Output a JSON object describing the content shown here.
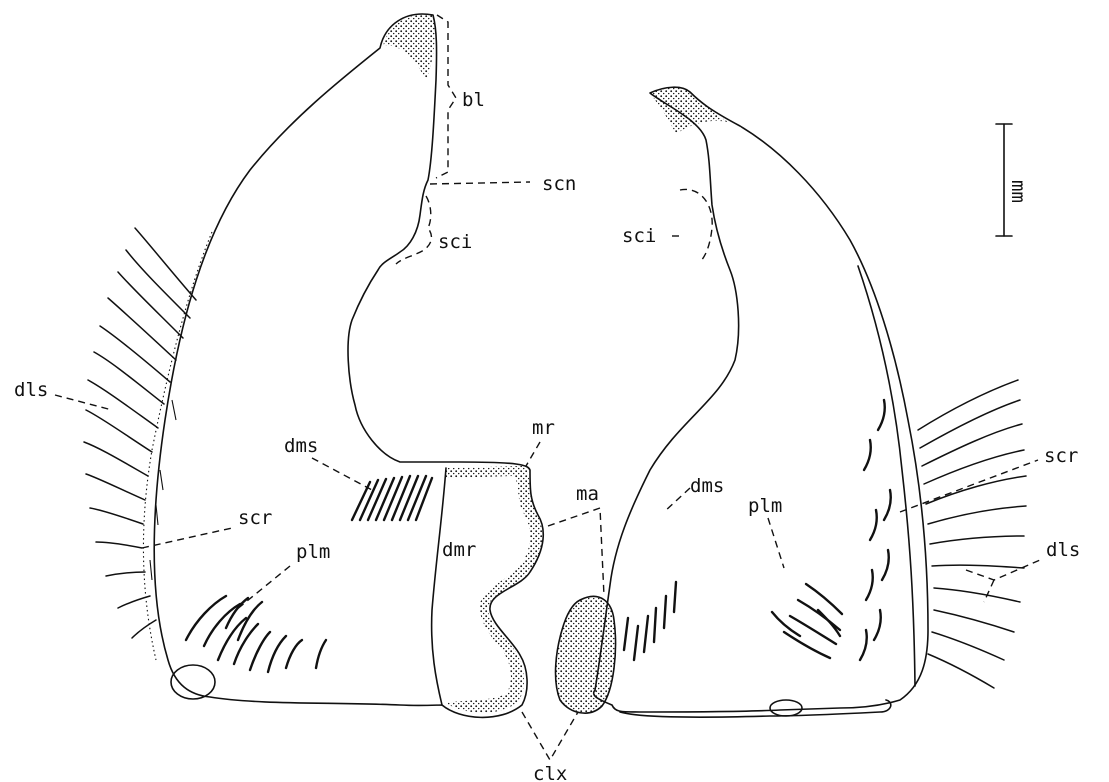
{
  "labels": {
    "bl": "bl",
    "scn": "scn",
    "sci_left": "sci",
    "sci_right": "sci",
    "scale": "mm",
    "dls_left": "dls",
    "dls_right": "dls",
    "dms_left": "dms",
    "dms_right": "dms",
    "mr": "mr",
    "ma": "ma",
    "scr_left": "scr",
    "scr_right": "scr",
    "plm_left": "plm",
    "plm_right": "plm",
    "dmr": "dmr",
    "clx": "clx"
  },
  "style": {
    "ink": "#111111",
    "paper": "#ffffff"
  }
}
